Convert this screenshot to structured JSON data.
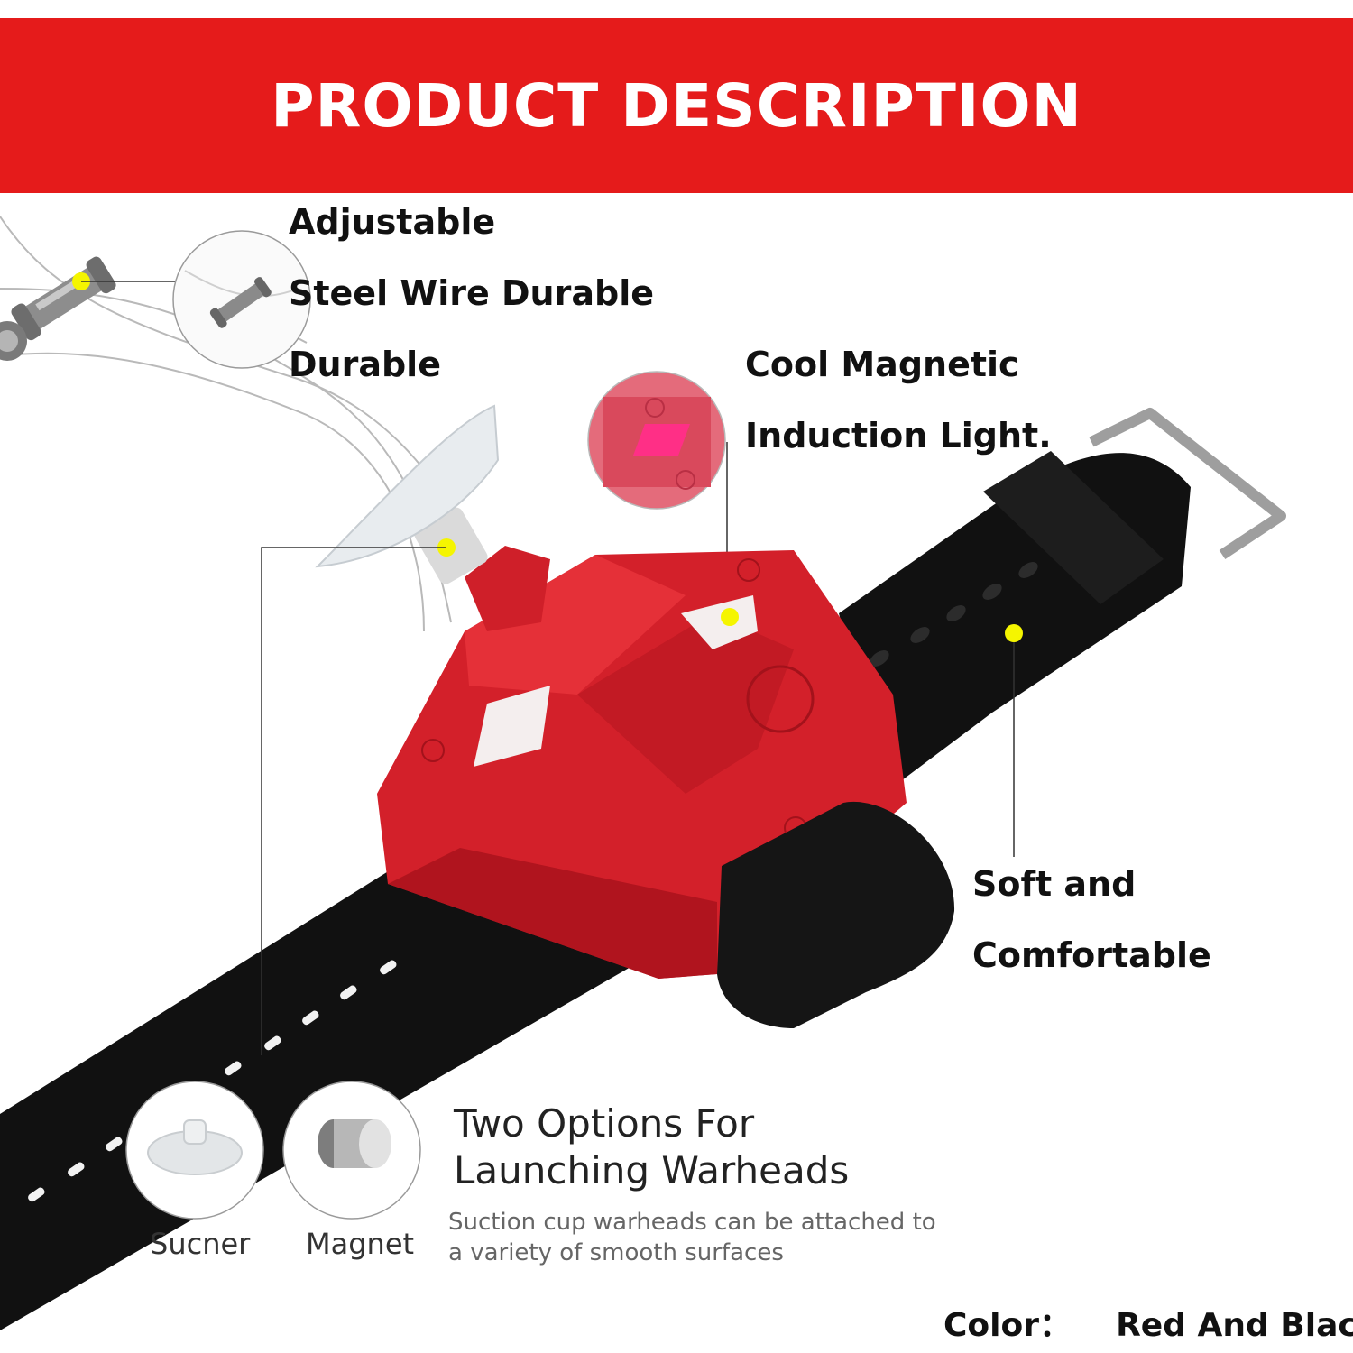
{
  "banner": {
    "title": "PRODUCT DESCRIPTION",
    "color": "#e51b1b"
  },
  "callouts": {
    "wire": [
      "Adjustable",
      "Steel Wire Durable",
      "Durable"
    ],
    "light": [
      "Cool Magnetic",
      "Induction Light."
    ],
    "strap": [
      "Soft and",
      "Comfortable"
    ]
  },
  "options": {
    "title_line1": "Two Options For",
    "title_line2": "Launching Warheads",
    "desc_line1": "Suction cup warheads can be attached to",
    "desc_line2": "a variety of smooth surfaces",
    "sucker_label": "Sucner",
    "magnet_label": "Magnet"
  },
  "color": {
    "label": "Color：",
    "value": "Red And Black"
  },
  "accents": {
    "toy_red": "#d3202a",
    "strap_black": "#111111",
    "marker_yellow": "#f5f500"
  }
}
